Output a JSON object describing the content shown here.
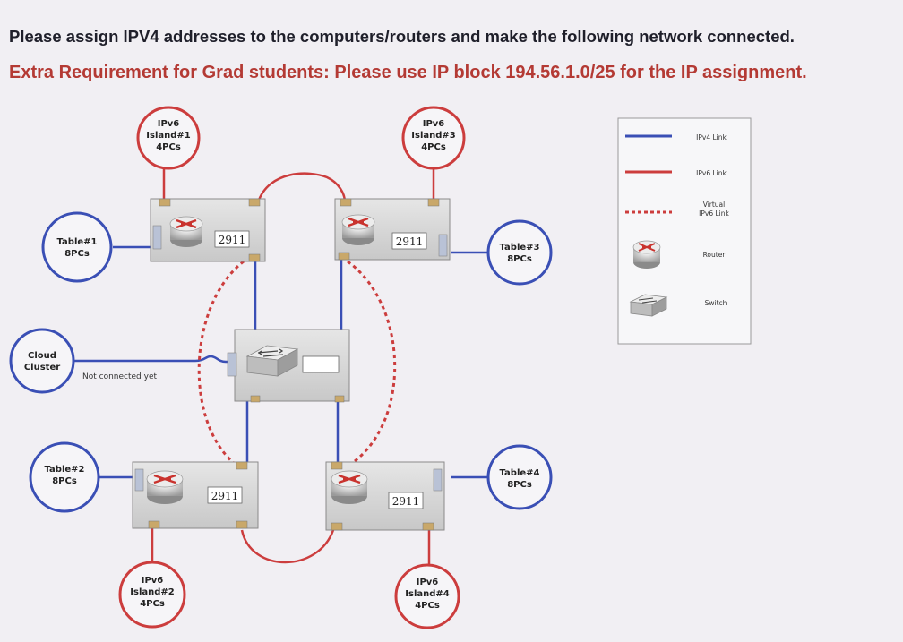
{
  "header": {
    "line1": "Please assign IPV4 addresses to the computers/routers and make the following network connected.",
    "line2": "Extra Requirement for Grad students:  Please use IP block 194.56.1.0/25  for the IP assignment."
  },
  "colors": {
    "ipv4_link": "#3a4fb5",
    "ipv6_link": "#cc3d3d",
    "virtual_ipv6_link": "#cc3d3d",
    "ipv4_circle": "#3a4fb5",
    "ipv6_circle": "#cc3d3d",
    "router_box": "#dcdcdc"
  },
  "nodes": {
    "island1": [
      "IPv6",
      "Island#1",
      "4PCs"
    ],
    "island2": [
      "IPv6",
      "Island#2",
      "4PCs"
    ],
    "island3": [
      "IPv6",
      "Island#3",
      "4PCs"
    ],
    "island4": [
      "IPv6",
      "Island#4",
      "4PCs"
    ],
    "table1": [
      "Table#1",
      "8PCs"
    ],
    "table2": [
      "Table#2",
      "8PCs"
    ],
    "table3": [
      "Table#3",
      "8PCs"
    ],
    "table4": [
      "Table#4",
      "8PCs"
    ],
    "cloud": [
      "Cloud",
      "Cluster"
    ]
  },
  "routers": {
    "r1": {
      "model": "2911",
      "icon": "router-icon"
    },
    "r2": {
      "model": "2911",
      "icon": "router-icon"
    },
    "r3": {
      "model": "2911",
      "icon": "router-icon"
    },
    "r4": {
      "model": "2911",
      "icon": "router-icon"
    }
  },
  "switch": {
    "icon": "switch-icon"
  },
  "cloud_link_note": "Not connected yet",
  "legend": {
    "ipv4_link": "IPv4 Link",
    "ipv6_link": "IPv6 Link",
    "virtual_line1": "Virtual",
    "virtual_line2": "IPv6 Link",
    "router": "Router",
    "switch": "Switch"
  }
}
